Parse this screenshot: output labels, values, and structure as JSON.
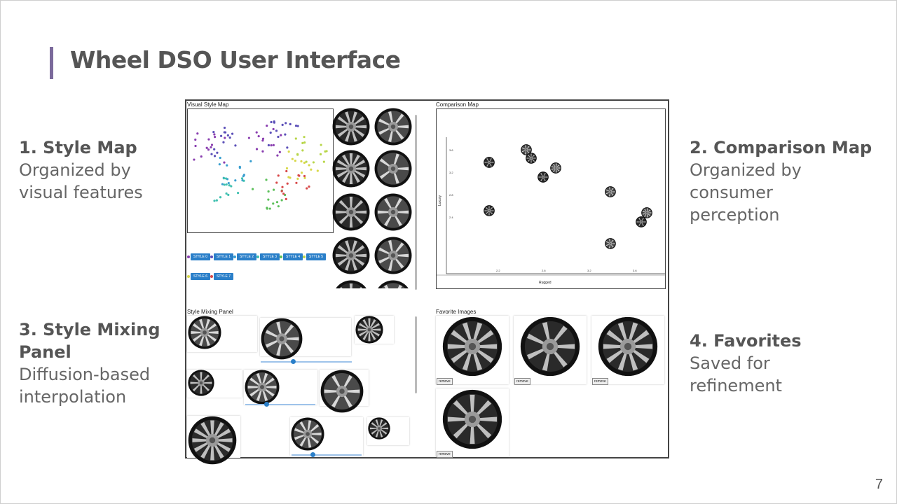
{
  "slide": {
    "title": "Wheel DSO User Interface",
    "page_number": "7",
    "accent_color": "#7b6a9b"
  },
  "labels": {
    "style_map": {
      "heading": "1. Style Map",
      "line1": "Organized by",
      "line2": "visual features"
    },
    "comparison_map": {
      "heading": "2. Comparison Map",
      "line1": "Organized by",
      "line2": "consumer",
      "line3": "perception"
    },
    "style_mixing": {
      "heading1": "3. Style Mixing",
      "heading2": "Panel",
      "line1": "Diffusion-based",
      "line2": "interpolation"
    },
    "favorites": {
      "heading": "4. Favorites",
      "line1": "Saved for",
      "line2": "refinement"
    }
  },
  "ui": {
    "visual_style_map": {
      "title": "Visual Style Map",
      "style_buttons": [
        "STYLE 0",
        "STYLE 1",
        "STYLE 2",
        "STYLE 3",
        "STYLE 4",
        "STYLE 5",
        "STYLE 6",
        "STYLE 7"
      ],
      "style_colors": [
        "#8a3fb0",
        "#5b4fb8",
        "#3a9fd0",
        "#3fc0b0",
        "#5cc05a",
        "#b8d64a",
        "#d8d84a",
        "#d84a4a"
      ]
    },
    "comparison_map": {
      "title": "Comparison Map",
      "x_label": "Rugged",
      "y_label": "Luxury",
      "x_ticks": [
        "2.2",
        "2.6",
        "3.2",
        "3.6"
      ],
      "y_ticks": [
        "3.6",
        "3.2",
        "2.8",
        "2.4"
      ]
    },
    "style_mixing_panel": {
      "title": "Style Mixing Panel"
    },
    "favorite_images": {
      "title": "Favorite Images",
      "remove_label": "remove"
    }
  }
}
